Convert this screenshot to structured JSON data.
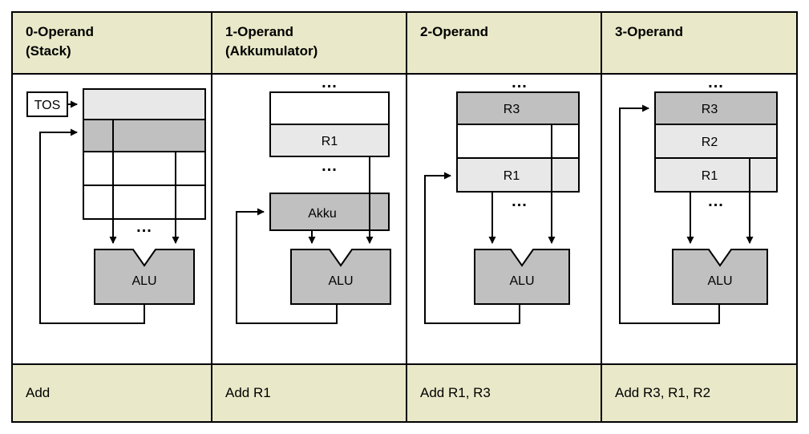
{
  "diagram": {
    "title_absent": true,
    "palette": {
      "header_bg": "#e9e9c9",
      "footer_bg": "#e9e9c9",
      "cell_white": "#ffffff",
      "cell_light_gray": "#e8e8e8",
      "cell_mid_gray": "#c0c0c0",
      "alu_fill": "#c0c0c0",
      "stroke": "#000000"
    },
    "columns": [
      {
        "id": "zero-operand",
        "header_line1": "0-Operand",
        "header_line2": "(Stack)",
        "instruction": "Add",
        "pointer_label": "TOS",
        "alu_label": "ALU",
        "ellipsis": "...",
        "cells": [
          {
            "label": "",
            "fill": "light"
          },
          {
            "label": "",
            "fill": "mid"
          },
          {
            "label": "",
            "fill": "white"
          },
          {
            "label": "",
            "fill": "white"
          }
        ]
      },
      {
        "id": "one-operand",
        "header_line1": "1-Operand",
        "header_line2": "(Akkumulator)",
        "instruction": "Add   R1",
        "alu_label": "ALU",
        "accumulator_label": "Akku",
        "ellipsis": "...",
        "cells": [
          {
            "label": "",
            "fill": "white"
          },
          {
            "label": "R1",
            "fill": "light"
          }
        ]
      },
      {
        "id": "two-operand",
        "header_line1": "2-Operand",
        "header_line2": "",
        "instruction": "Add   R1, R3",
        "alu_label": "ALU",
        "ellipsis": "...",
        "cells": [
          {
            "label": "R3",
            "fill": "mid"
          },
          {
            "label": "",
            "fill": "white"
          },
          {
            "label": "R1",
            "fill": "light"
          }
        ]
      },
      {
        "id": "three-operand",
        "header_line1": "3-Operand",
        "header_line2": "",
        "instruction": "Add   R3, R1, R2",
        "alu_label": "ALU",
        "ellipsis": "...",
        "cells": [
          {
            "label": "R3",
            "fill": "mid"
          },
          {
            "label": "R2",
            "fill": "light"
          },
          {
            "label": "R1",
            "fill": "light"
          }
        ]
      }
    ]
  }
}
